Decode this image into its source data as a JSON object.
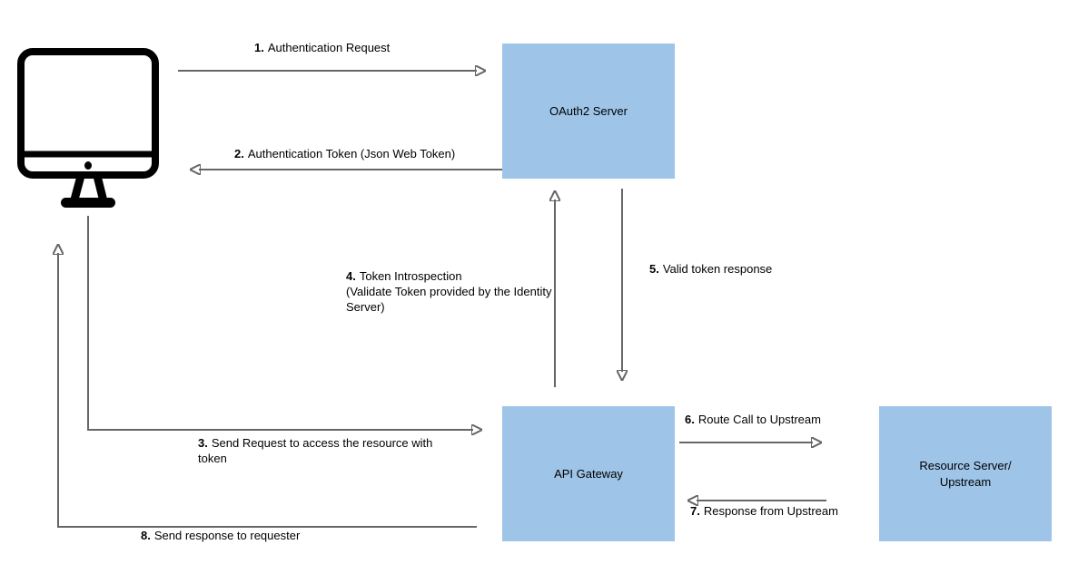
{
  "colors": {
    "node_fill": "#9EC4E8",
    "arrow_color": "#666666",
    "text_color": "#000000",
    "page_bg": "#FFFFFF"
  },
  "nodes": {
    "client": {
      "icon": "desktop-computer-icon"
    },
    "oauth2_server": {
      "label": "OAuth2 Server"
    },
    "api_gateway": {
      "label": "API Gateway"
    },
    "resource_server": {
      "label": "Resource Server/\nUpstream"
    }
  },
  "flows": [
    {
      "num": "1.",
      "text": "Authentication Request",
      "from": "client",
      "to": "oauth2_server"
    },
    {
      "num": "2.",
      "text": "Authentication Token (Json Web Token)",
      "from": "oauth2_server",
      "to": "client"
    },
    {
      "num": "3.",
      "text": "Send Request to access the resource with token",
      "from": "client",
      "to": "api_gateway"
    },
    {
      "num": "4.",
      "text": "Token Introspection\n(Validate Token provided by the Identity Server)",
      "from": "api_gateway",
      "to": "oauth2_server"
    },
    {
      "num": "5.",
      "text": "Valid token response",
      "from": "oauth2_server",
      "to": "api_gateway"
    },
    {
      "num": "6.",
      "text": "Route Call to Upstream",
      "from": "api_gateway",
      "to": "resource_server"
    },
    {
      "num": "7.",
      "text": "Response from Upstream",
      "from": "resource_server",
      "to": "api_gateway"
    },
    {
      "num": "8.",
      "text": "Send response to requester",
      "from": "api_gateway",
      "to": "client"
    }
  ]
}
